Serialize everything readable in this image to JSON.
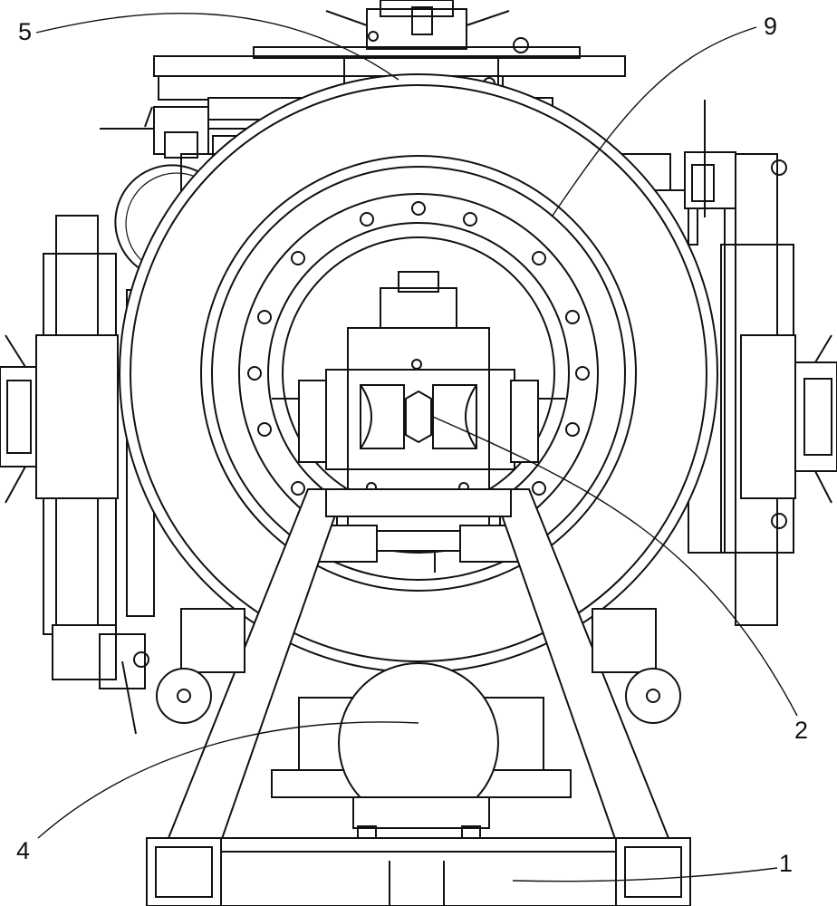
{
  "labels": {
    "item_1": "1",
    "item_2": "2",
    "item_4": "4",
    "item_5": "5",
    "item_9": "9"
  },
  "colors": {
    "line": "#111111",
    "background": "#ffffff"
  }
}
